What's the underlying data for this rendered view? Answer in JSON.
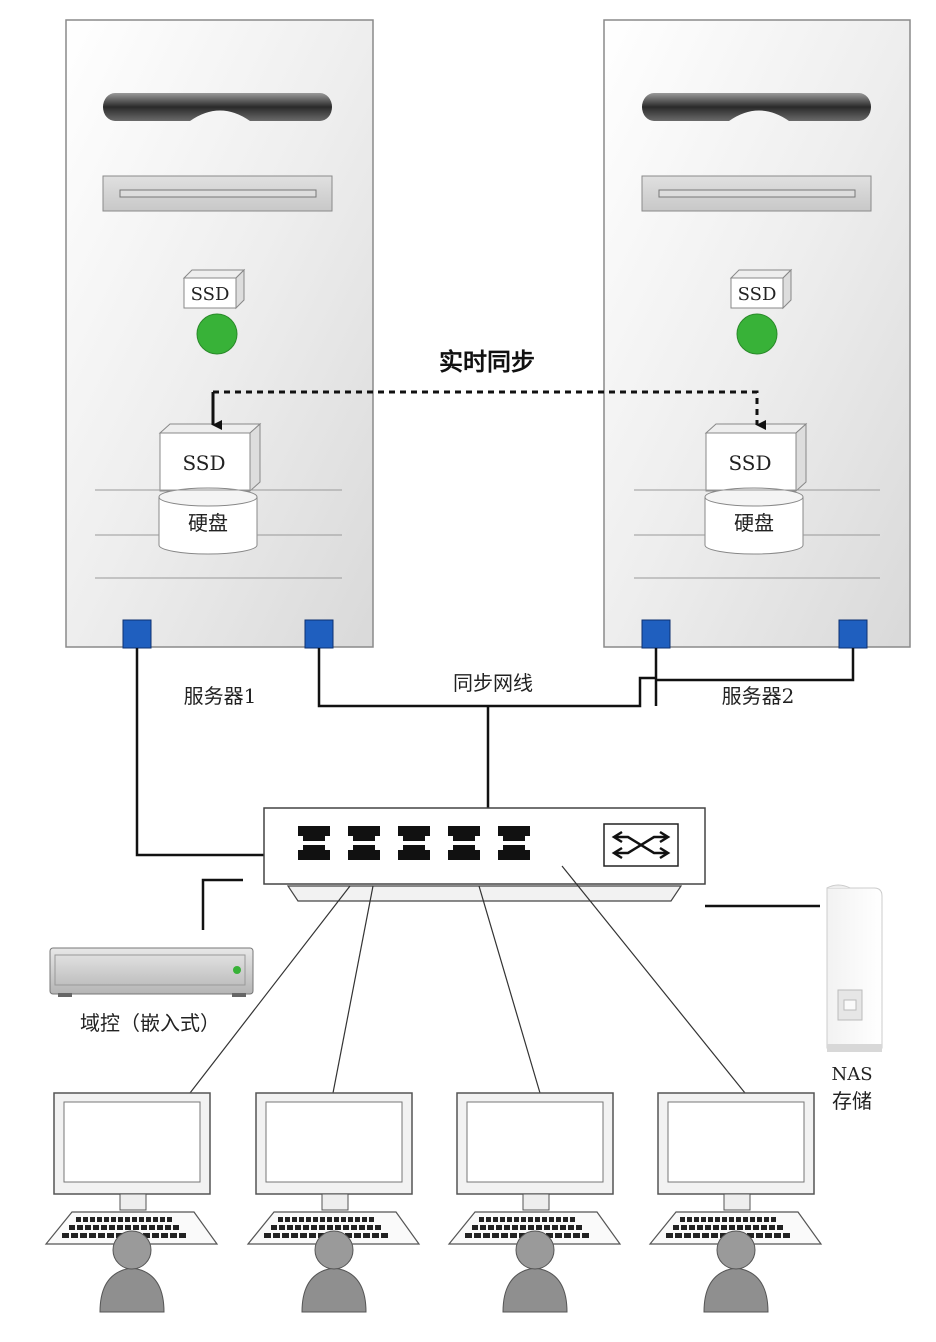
{
  "labels": {
    "sync_title": "实时同步",
    "server1": "服务器1",
    "server2": "服务器2",
    "sync_cable": "同步网线",
    "domain_controller": "域控（嵌入式）",
    "nas_line1": "NAS",
    "nas_line2": "存储",
    "ssd_small": "SSD",
    "ssd_large": "SSD",
    "hdd": "硬盘"
  },
  "colors": {
    "port_blue": "#1f5fbf",
    "led_green": "#38b238",
    "cable": "#111111",
    "person_gray": "#8f8f8f"
  }
}
